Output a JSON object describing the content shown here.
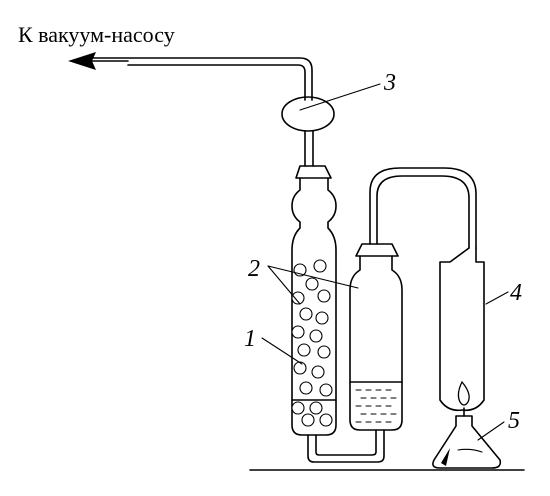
{
  "caption": "К вакуум-насосу",
  "labels": {
    "one": "1",
    "two": "2",
    "three": "3",
    "four": "4",
    "five": "5"
  },
  "colors": {
    "ink": "#000000",
    "paper": "#ffffff"
  }
}
